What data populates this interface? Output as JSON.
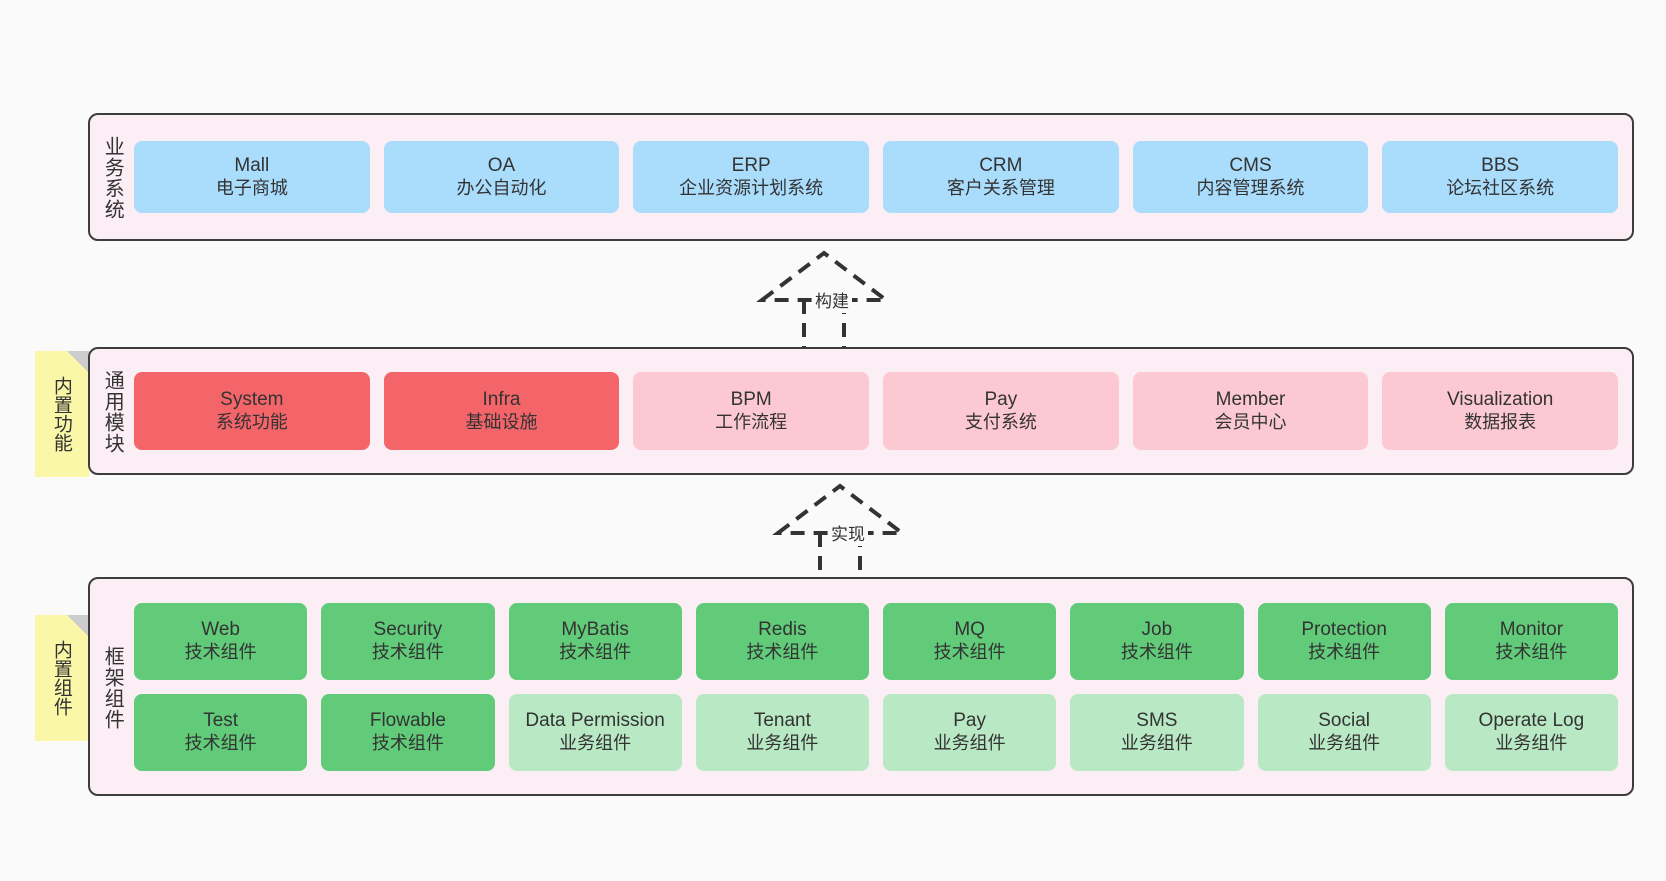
{
  "diagram": {
    "title": "",
    "colors": {
      "background": "#fafafa",
      "layer_fill": "#fbeef5",
      "layer_border": "#3d3d3d",
      "business_card": "#aadcfc",
      "core_module_card": "#f4656a",
      "optional_module_card": "#fcc9d2",
      "tech_component_card": "#61cb79",
      "biz_component_card": "#b9e8c4",
      "note_fill": "#fbf7a8",
      "note_fold": "#cccccc"
    }
  },
  "notes": [
    {
      "name": "builtin-function",
      "text": "内置功能"
    },
    {
      "name": "builtin-component",
      "text": "内置组件"
    }
  ],
  "connectors": [
    {
      "name": "build",
      "label": "构建"
    },
    {
      "name": "realize",
      "label": "实现"
    }
  ],
  "layers": [
    {
      "id": "business",
      "title": "业务系统",
      "rows": [
        {
          "cards": [
            {
              "en": "Mall",
              "cn": "电子商城",
              "style": "c-blue"
            },
            {
              "en": "OA",
              "cn": "办公自动化",
              "style": "c-blue"
            },
            {
              "en": "ERP",
              "cn": "企业资源计划系统",
              "style": "c-blue"
            },
            {
              "en": "CRM",
              "cn": "客户关系管理",
              "style": "c-blue"
            },
            {
              "en": "CMS",
              "cn": "内容管理系统",
              "style": "c-blue"
            },
            {
              "en": "BBS",
              "cn": "论坛社区系统",
              "style": "c-blue"
            }
          ]
        }
      ]
    },
    {
      "id": "common",
      "title": "通用模块",
      "rows": [
        {
          "cards": [
            {
              "en": "System",
              "cn": "系统功能",
              "style": "c-red"
            },
            {
              "en": "Infra",
              "cn": "基础设施",
              "style": "c-red"
            },
            {
              "en": "BPM",
              "cn": "工作流程",
              "style": "c-pink"
            },
            {
              "en": "Pay",
              "cn": "支付系统",
              "style": "c-pink"
            },
            {
              "en": "Member",
              "cn": "会员中心",
              "style": "c-pink"
            },
            {
              "en": "Visualization",
              "cn": "数据报表",
              "style": "c-pink"
            }
          ]
        }
      ]
    },
    {
      "id": "framework",
      "title": "框架组件",
      "rows": [
        {
          "cards": [
            {
              "en": "Web",
              "cn": "技术组件",
              "style": "c-green"
            },
            {
              "en": "Security",
              "cn": "技术组件",
              "style": "c-green"
            },
            {
              "en": "MyBatis",
              "cn": "技术组件",
              "style": "c-green"
            },
            {
              "en": "Redis",
              "cn": "技术组件",
              "style": "c-green"
            },
            {
              "en": "MQ",
              "cn": "技术组件",
              "style": "c-green"
            },
            {
              "en": "Job",
              "cn": "技术组件",
              "style": "c-green"
            },
            {
              "en": "Protection",
              "cn": "技术组件",
              "style": "c-green"
            },
            {
              "en": "Monitor",
              "cn": "技术组件",
              "style": "c-green"
            }
          ]
        },
        {
          "cards": [
            {
              "en": "Test",
              "cn": "技术组件",
              "style": "c-green"
            },
            {
              "en": "Flowable",
              "cn": "技术组件",
              "style": "c-green"
            },
            {
              "en": "Data Permission",
              "cn": "业务组件",
              "style": "c-lightgreen"
            },
            {
              "en": "Tenant",
              "cn": "业务组件",
              "style": "c-lightgreen"
            },
            {
              "en": "Pay",
              "cn": "业务组件",
              "style": "c-lightgreen"
            },
            {
              "en": "SMS",
              "cn": "业务组件",
              "style": "c-lightgreen"
            },
            {
              "en": "Social",
              "cn": "业务组件",
              "style": "c-lightgreen"
            },
            {
              "en": "Operate Log",
              "cn": "业务组件",
              "style": "c-lightgreen"
            }
          ]
        }
      ]
    }
  ]
}
